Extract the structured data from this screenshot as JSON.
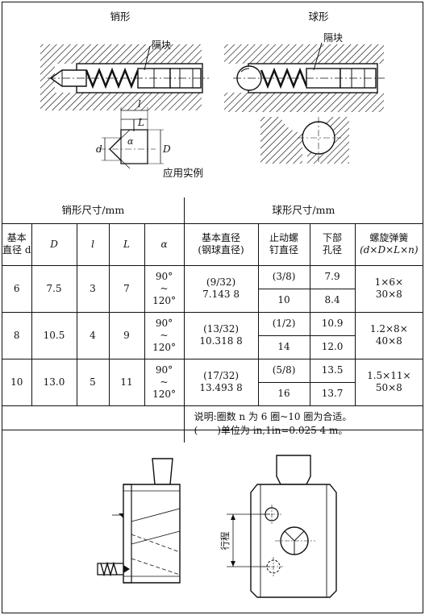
{
  "top": {
    "pin_title": "销形",
    "ball_title": "球形",
    "spacer_label_pin": "隔块",
    "spacer_label_ball": "隔块",
    "example_caption": "应用实例",
    "dim_d": "d",
    "dim_D": "D",
    "dim_l": "l",
    "dim_L": "L",
    "dim_alpha": "α"
  },
  "table": {
    "pin_header": "销形尺寸/mm",
    "ball_header": "球形尺寸/mm",
    "col_pin": [
      {
        "line1": "基本",
        "line2": "直径 d"
      },
      {
        "label": "D"
      },
      {
        "label": "l"
      },
      {
        "label": "L"
      },
      {
        "label": "α"
      }
    ],
    "col_ball": [
      {
        "line1": "基本直径",
        "line2": "(钢球直径)"
      },
      {
        "line1": "止动螺",
        "line2": "钉直径"
      },
      {
        "line1": "下部",
        "line2": "孔径"
      },
      {
        "line1": "螺旋弹簧",
        "line2": "(d×D×L×n)"
      }
    ],
    "rows": [
      {
        "d": "6",
        "D": "7.5",
        "l": "3",
        "L": "7",
        "a1": "90°",
        "a2": "~",
        "a3": "120°",
        "ball1": "(9/32)",
        "ball2": "7.143 8",
        "screw1": "(3/8)",
        "screw2": "10",
        "hole1": "7.9",
        "hole2": "8.4",
        "spring1": "1×6×",
        "spring2": "30×8"
      },
      {
        "d": "8",
        "D": "10.5",
        "l": "4",
        "L": "9",
        "a1": "90°",
        "a2": "~",
        "a3": "120°",
        "ball1": "(13/32)",
        "ball2": "10.318 8",
        "screw1": "(1/2)",
        "screw2": "14",
        "hole1": "10.9",
        "hole2": "12.0",
        "spring1": "1.2×8×",
        "spring2": "40×8"
      },
      {
        "d": "10",
        "D": "13.0",
        "l": "5",
        "L": "11",
        "a1": "90°",
        "a2": "~",
        "a3": "120°",
        "ball1": "(17/32)",
        "ball2": "13.493 8",
        "screw1": "(5/8)",
        "screw2": "16",
        "hole1": "13.5",
        "hole2": "13.7",
        "spring1": "1.5×11×",
        "spring2": "50×8"
      }
    ],
    "note1": "说明:圈数 n 为 6 圈~10 圈为合适。",
    "note2": "(　　)单位为 in,1in=0.025 4 m。"
  },
  "bottom": {
    "stroke_label": "行程"
  }
}
